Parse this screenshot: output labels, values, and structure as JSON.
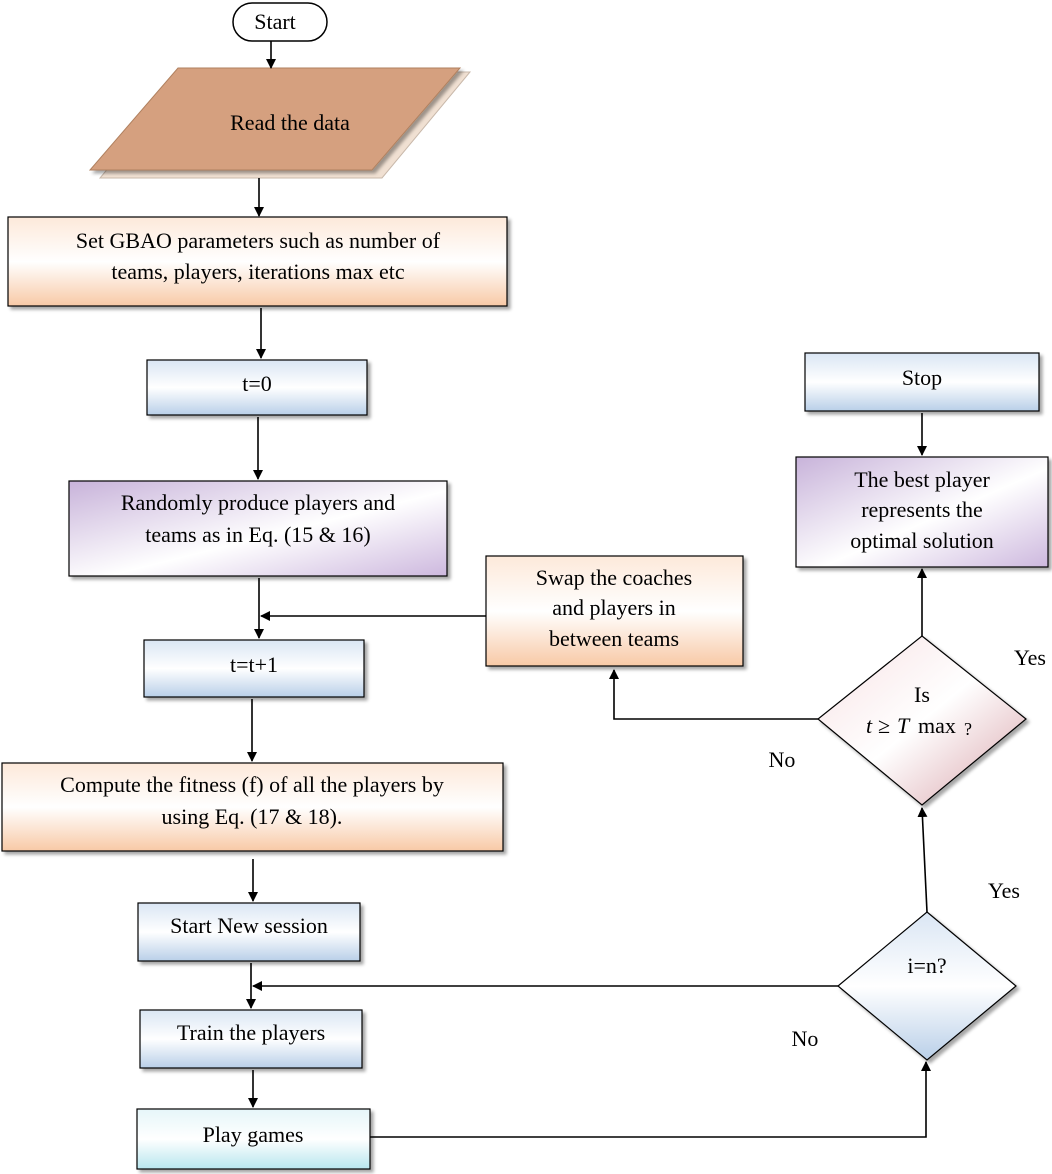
{
  "nodes": {
    "start": "Start",
    "read": "Read the data",
    "set_params": [
      "Set GBAO parameters such as number of",
      "teams, players, iterations max etc"
    ],
    "t0": "t=0",
    "random": [
      "Randomly produce players and",
      "teams as in Eq. (15 & 16)"
    ],
    "t_inc": "t=t+1",
    "fitness": [
      "Compute the fitness (f) of all the players by",
      "using Eq. (17 & 18)."
    ],
    "new_session": "Start New session",
    "train": "Train the players",
    "play": "Play games",
    "in_check": "i=n?",
    "tmax_check": {
      "line1": "Is",
      "t": "t",
      "ge": "≥",
      "T": "T",
      "max": "max",
      "q": "?"
    },
    "swap": [
      "Swap the coaches",
      "and players in",
      "between teams"
    ],
    "best": [
      "The best player",
      "represents the",
      "optimal solution"
    ],
    "stop": "Stop"
  },
  "edges": {
    "in_yes": "Yes",
    "in_no": "No",
    "tmax_yes": "Yes",
    "tmax_no": "No"
  },
  "colors": {
    "read_fill": "#d5a07f",
    "orange_light": "#fde7d6",
    "blue_light": "#dce8f5",
    "purple_light": "#d8c8e4",
    "cyan_light": "#d8f2f6",
    "diamond_pink": "#d9a7ad"
  }
}
